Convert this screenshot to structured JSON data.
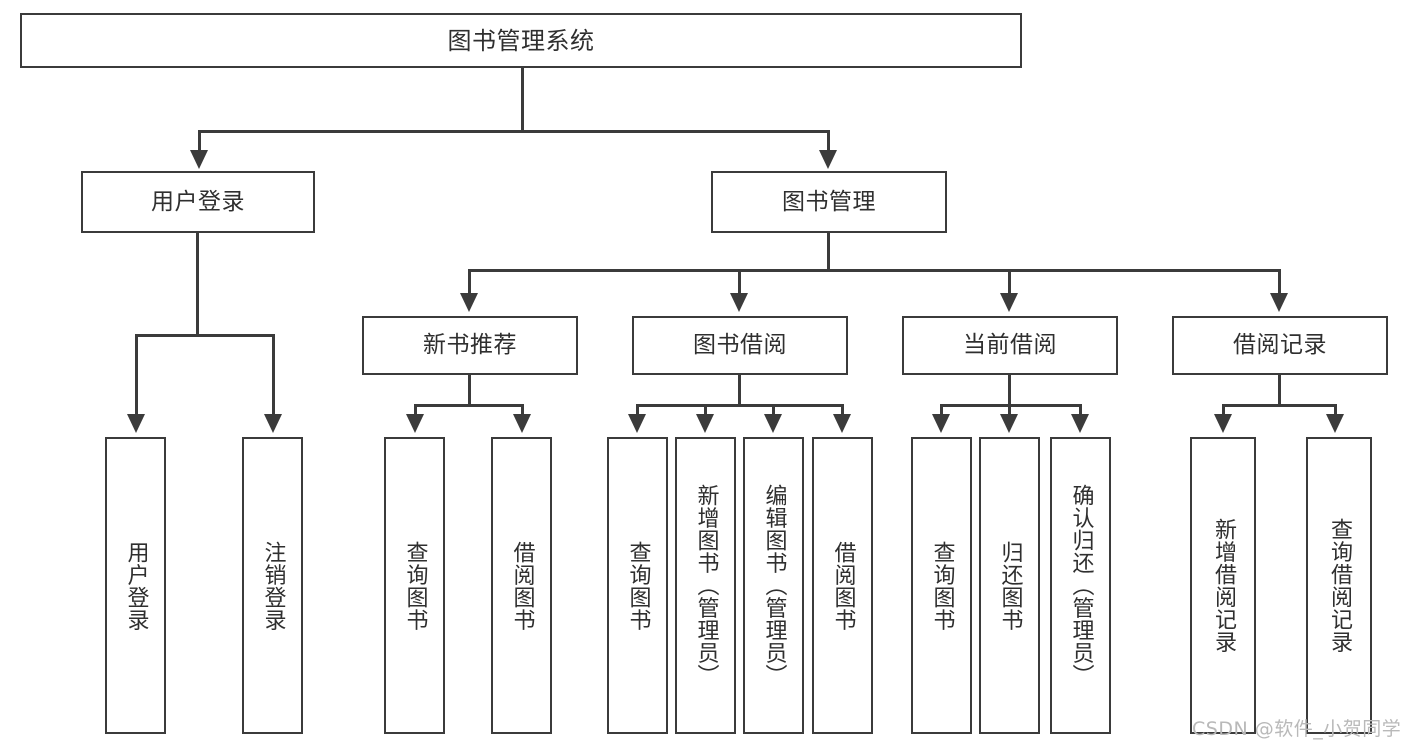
{
  "diagram": {
    "type": "tree-hierarchy-chart",
    "title": "图书管理系统",
    "line_color": "#3b3b3b",
    "box_fill": "#ffffff",
    "text_color": "#2f2f2f",
    "background": "#ffffff"
  },
  "root": {
    "label": "图书管理系统"
  },
  "level2": [
    {
      "label": "用户登录"
    },
    {
      "label": "图书管理"
    }
  ],
  "level3": [
    {
      "label": "新书推荐"
    },
    {
      "label": "图书借阅"
    },
    {
      "label": "当前借阅"
    },
    {
      "label": "借阅记录"
    }
  ],
  "leaves": {
    "user_login": [
      {
        "label": "用户登录"
      },
      {
        "label": "注销登录"
      }
    ],
    "new_book": [
      {
        "label": "查询图书"
      },
      {
        "label": "借阅图书"
      }
    ],
    "book_borrow": [
      {
        "label": "查询图书"
      },
      {
        "label": "新增图书（管理员）"
      },
      {
        "label": "编辑图书（管理员）"
      },
      {
        "label": "借阅图书"
      }
    ],
    "current_borrow": [
      {
        "label": "查询图书"
      },
      {
        "label": "归还图书"
      },
      {
        "label": "确认归还（管理员）"
      }
    ],
    "borrow_record": [
      {
        "label": "新增借阅记录"
      },
      {
        "label": "查询借阅记录"
      }
    ]
  },
  "watermark": {
    "text": "CSDN @软件_小贺同学"
  }
}
